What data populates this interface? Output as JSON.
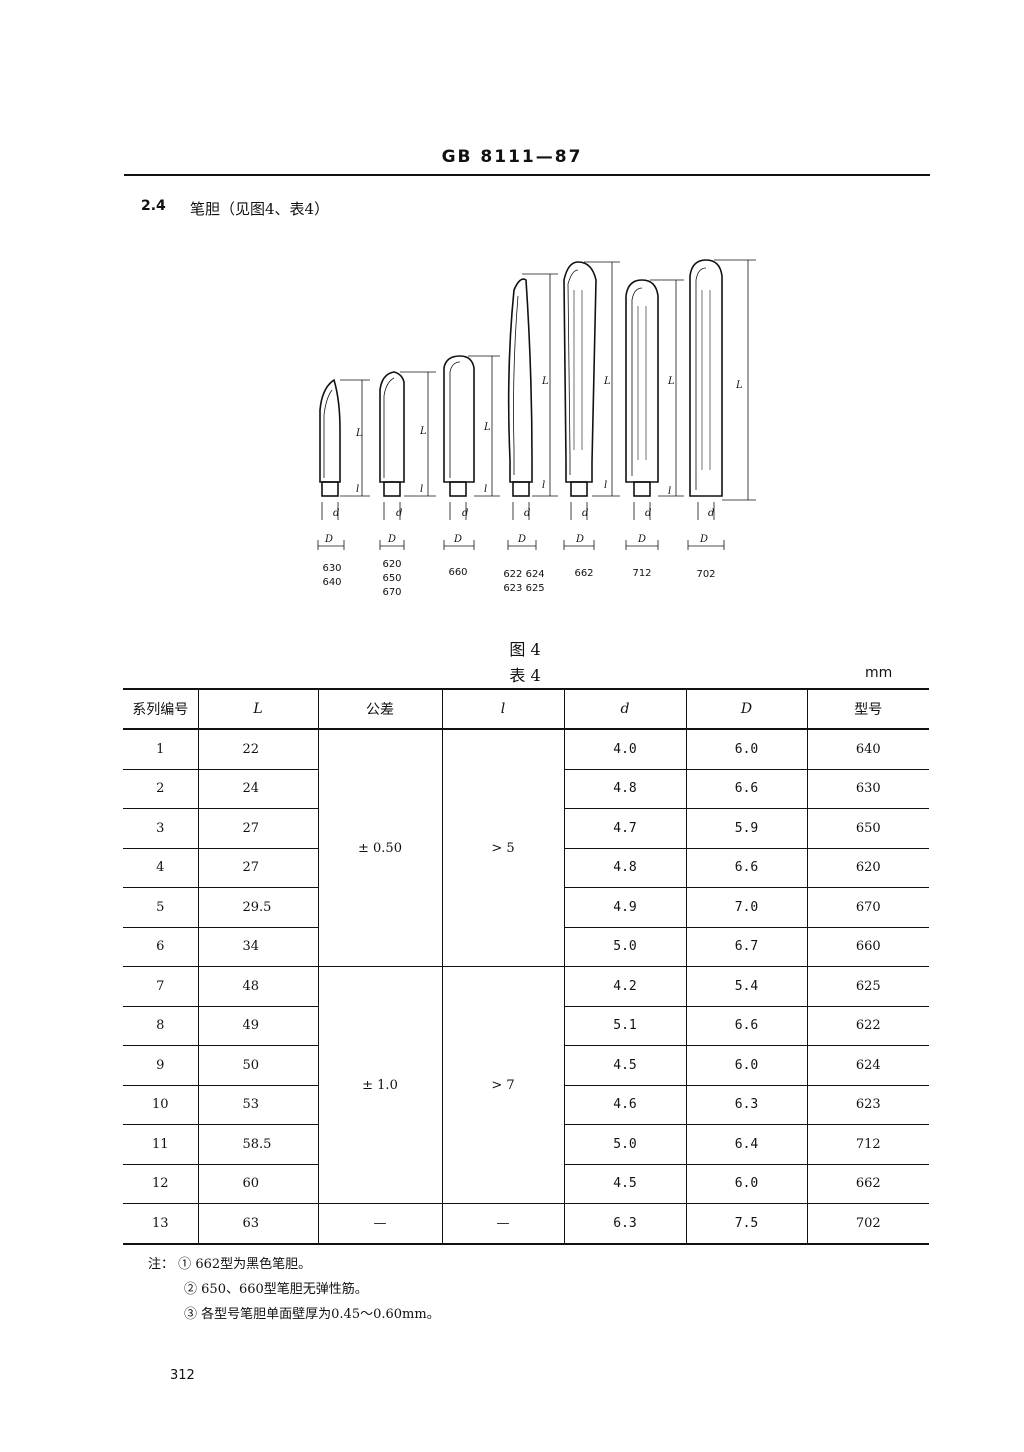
{
  "header": {
    "standard_code": "GB 8111—87"
  },
  "section": {
    "number": "2.4",
    "title": "笔胆（见图4、表4）"
  },
  "figure": {
    "dim_labels": {
      "L": "L",
      "l": "l",
      "d": "d",
      "D": "D"
    },
    "groups": [
      {
        "models": [
          "630",
          "640"
        ]
      },
      {
        "models": [
          "620",
          "650",
          "670"
        ]
      },
      {
        "models": [
          "660"
        ]
      },
      {
        "models": [
          "622 624",
          "623 625"
        ]
      },
      {
        "models": [
          "662"
        ]
      },
      {
        "models": [
          "712"
        ]
      },
      {
        "models": [
          "702"
        ]
      }
    ],
    "caption": "图 4"
  },
  "table": {
    "caption": "表 4",
    "unit": "mm",
    "headers": [
      "系列编号",
      "L",
      "公差",
      "l",
      "d",
      "D",
      "型号"
    ],
    "groups": [
      {
        "tolerance": "± 0.50",
        "l": "> 5"
      },
      {
        "tolerance": "± 1.0",
        "l": "> 7"
      }
    ],
    "rows": [
      {
        "no": "1",
        "L": "22",
        "d": "4.0",
        "D": "6.0",
        "model": "640"
      },
      {
        "no": "2",
        "L": "24",
        "d": "4.8",
        "D": "6.6",
        "model": "630"
      },
      {
        "no": "3",
        "L": "27",
        "d": "4.7",
        "D": "5.9",
        "model": "650"
      },
      {
        "no": "4",
        "L": "27",
        "d": "4.8",
        "D": "6.6",
        "model": "620"
      },
      {
        "no": "5",
        "L": "29.5",
        "d": "4.9",
        "D": "7.0",
        "model": "670"
      },
      {
        "no": "6",
        "L": "34",
        "d": "5.0",
        "D": "6.7",
        "model": "660"
      },
      {
        "no": "7",
        "L": "48",
        "d": "4.2",
        "D": "5.4",
        "model": "625"
      },
      {
        "no": "8",
        "L": "49",
        "d": "5.1",
        "D": "6.6",
        "model": "622"
      },
      {
        "no": "9",
        "L": "50",
        "d": "4.5",
        "D": "6.0",
        "model": "624"
      },
      {
        "no": "10",
        "L": "53",
        "d": "4.6",
        "D": "6.3",
        "model": "623"
      },
      {
        "no": "11",
        "L": "58.5",
        "d": "5.0",
        "D": "6.4",
        "model": "712"
      },
      {
        "no": "12",
        "L": "60",
        "d": "4.5",
        "D": "6.0",
        "model": "662"
      },
      {
        "no": "13",
        "L": "63",
        "tolerance": "—",
        "l": "—",
        "d": "6.3",
        "D": "7.5",
        "model": "702"
      }
    ]
  },
  "notes": {
    "prefix": "注：",
    "items": [
      {
        "marker": "①",
        "text": "662型为黑色笔胆。"
      },
      {
        "marker": "②",
        "text": "650、660型笔胆无弹性筋。"
      },
      {
        "marker": "③",
        "text": "各型号笔胆单面壁厚为0.45～0.60mm。"
      }
    ]
  },
  "page_number": "312"
}
